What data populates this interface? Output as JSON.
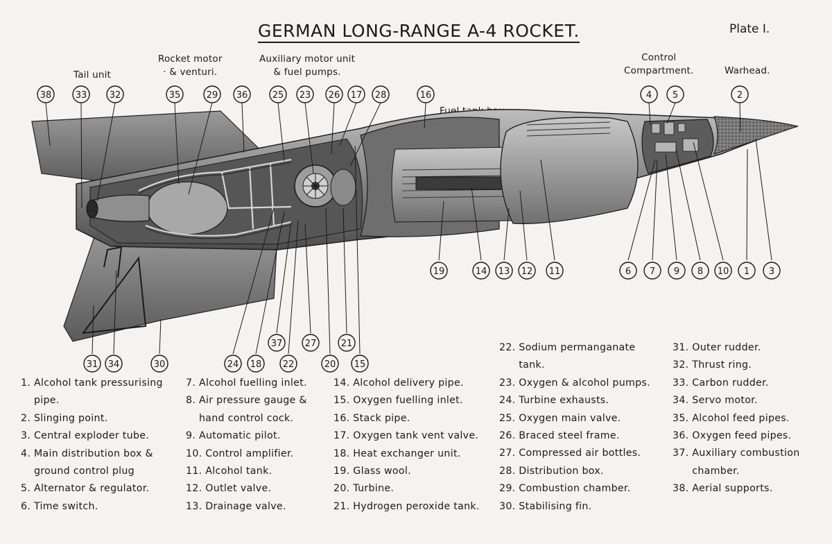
{
  "title": "GERMAN LONG-RANGE A-4 ROCKET.",
  "plate": "Plate I.",
  "region_labels": {
    "tail_unit": "Tail unit",
    "rocket_motor": [
      "Rocket motor",
      "· & venturi."
    ],
    "auxiliary_motor": [
      "Auxiliary motor unit",
      "& fuel pumps."
    ],
    "fuel_tank_bay": "Fuel tank bay.",
    "control_compartment": [
      "Control",
      "Compartment."
    ],
    "warhead": "Warhead."
  },
  "callouts": [
    "38",
    "33",
    "32",
    "35",
    "29",
    "36",
    "25",
    "23",
    "26",
    "17",
    "28",
    "16",
    "4",
    "5",
    "2",
    "6",
    "7",
    "9",
    "8",
    "10",
    "1",
    "3",
    "19",
    "14",
    "13",
    "12",
    "11",
    "24",
    "18",
    "37",
    "22",
    "27",
    "20",
    "21",
    "15",
    "31",
    "34",
    "30"
  ],
  "legend": [
    [
      {
        "num": "1.",
        "text": "Alcohol tank pressurising pipe."
      },
      {
        "num": "2.",
        "text": "Slinging point."
      },
      {
        "num": "3.",
        "text": "Central exploder tube."
      },
      {
        "num": "4.",
        "text": "Main distribution box & ground control plug"
      },
      {
        "num": "5.",
        "text": "Alternator & regulator."
      },
      {
        "num": "6.",
        "text": "Time switch."
      }
    ],
    [
      {
        "num": "7.",
        "text": "Alcohol fuelling inlet."
      },
      {
        "num": "8.",
        "text": "Air pressure gauge & hand control cock."
      },
      {
        "num": "9.",
        "text": "Automatic pilot."
      },
      {
        "num": "10.",
        "text": "Control amplifier."
      },
      {
        "num": "11.",
        "text": "Alcohol tank."
      },
      {
        "num": "12.",
        "text": "Outlet valve."
      },
      {
        "num": "13.",
        "text": "Drainage valve."
      }
    ],
    [
      {
        "num": "14.",
        "text": "Alcohol delivery pipe."
      },
      {
        "num": "15.",
        "text": "Oxygen fuelling inlet."
      },
      {
        "num": "16.",
        "text": "Stack pipe."
      },
      {
        "num": "17.",
        "text": "Oxygen tank vent valve."
      },
      {
        "num": "18.",
        "text": "Heat exchanger unit."
      },
      {
        "num": "19.",
        "text": "Glass wool."
      },
      {
        "num": "20.",
        "text": "Turbine."
      },
      {
        "num": "21.",
        "text": "Hydrogen peroxide tank."
      }
    ],
    [
      {
        "num": "22.",
        "text": "Sodium permanganate tank."
      },
      {
        "num": "23.",
        "text": "Oxygen & alcohol pumps."
      },
      {
        "num": "24.",
        "text": "Turbine exhausts."
      },
      {
        "num": "25.",
        "text": "Oxygen main valve."
      },
      {
        "num": "26.",
        "text": "Braced steel frame."
      },
      {
        "num": "27.",
        "text": "Compressed air bottles."
      },
      {
        "num": "28.",
        "text": "Distribution box."
      },
      {
        "num": "29.",
        "text": "Combustion chamber."
      },
      {
        "num": "30.",
        "text": "Stabilising fin."
      }
    ],
    [
      {
        "num": "31.",
        "text": "Outer rudder."
      },
      {
        "num": "32.",
        "text": "Thrust ring."
      },
      {
        "num": "33.",
        "text": "Carbon rudder."
      },
      {
        "num": "34.",
        "text": "Servo motor."
      },
      {
        "num": "35.",
        "text": "Alcohol feed pipes."
      },
      {
        "num": "36.",
        "text": "Oxygen feed pipes."
      },
      {
        "num": "37.",
        "text": "Auxiliary combustion chamber."
      },
      {
        "num": "38.",
        "text": "Aerial supports."
      }
    ]
  ]
}
